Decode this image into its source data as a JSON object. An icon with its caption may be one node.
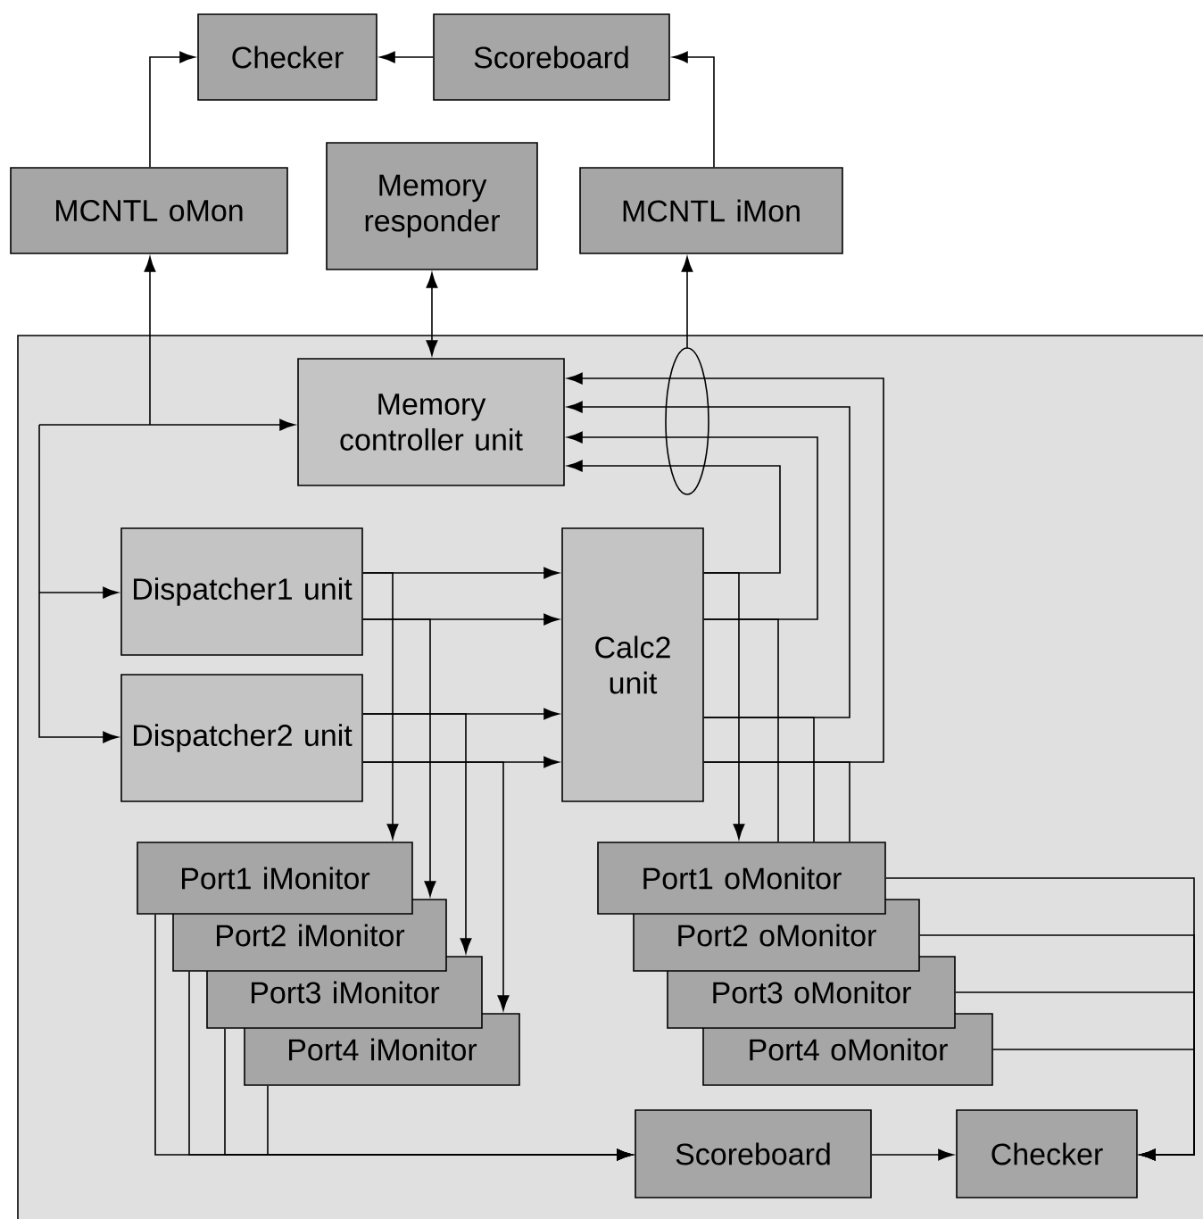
{
  "diagram": {
    "nodes": [
      {
        "text": [
          "Checker"
        ]
      },
      {
        "text": [
          "Scoreboard"
        ]
      },
      {
        "text": [
          "MCNTL oMon"
        ]
      },
      {
        "text": [
          "Memory responder"
        ]
      },
      {
        "text": [
          "MCNTL iMon"
        ]
      },
      {
        "text": [],
        "shape": "box"
      },
      {
        "text": [
          "Memory controller unit"
        ],
        "in": 5
      },
      {
        "text": [
          "Dispatcher1 unit"
        ],
        "in": 5
      },
      {
        "text": [
          "Dispatcher2 unit"
        ],
        "in": 5
      },
      {
        "text": [
          "Calc2 unit"
        ],
        "in": 5
      },
      {
        "text": [
          "Port1 iMonitor"
        ],
        "in": 5
      },
      {
        "text": [
          "Port2 iMonitor"
        ],
        "in": 5
      },
      {
        "text": [
          "Port3 iMonitor"
        ],
        "in": 5
      },
      {
        "text": [
          "Port4 iMonitor"
        ],
        "in": 5
      },
      {
        "text": [
          "Port1 oMonitor"
        ],
        "in": 5
      },
      {
        "text": [
          "Port2 oMonitor"
        ],
        "in": 5
      },
      {
        "text": [
          "Port3 oMonitor"
        ],
        "in": 5
      },
      {
        "text": [
          "Port4 oMonitor"
        ],
        "in": 5
      },
      {
        "text": [
          "Scoreboard"
        ],
        "in": 5
      },
      {
        "text": [
          "Checker"
        ],
        "in": 5
      }
    ],
    "edges": [
      {
        "from": 2,
        "to": 0,
        "arrow": "to"
      },
      {
        "from": 1,
        "to": 0,
        "arrow": "to"
      },
      {
        "from": 4,
        "to": 1,
        "arrow": "to"
      },
      {
        "from": 3,
        "to": 6,
        "arrow": "both"
      },
      {
        "from": null,
        "to": 6,
        "arrow": "to"
      },
      {
        "from": null,
        "to": 7,
        "arrow": "to"
      },
      {
        "from": null,
        "to": 8,
        "arrow": "to"
      },
      {
        "from": null,
        "to": 2,
        "arrow": "to"
      },
      {
        "from": 5,
        "to": 4,
        "arrow": "to"
      },
      {
        "from": 9,
        "to": 6,
        "arrow": "to"
      },
      {
        "from": 9,
        "to": 6,
        "arrow": "to"
      },
      {
        "from": 9,
        "to": 6,
        "arrow": "to"
      },
      {
        "from": 9,
        "to": 6,
        "arrow": "to"
      },
      {
        "from": 7,
        "to": 9,
        "arrow": "to"
      },
      {
        "from": 7,
        "to": 9,
        "arrow": "to"
      },
      {
        "from": 8,
        "to": 9,
        "arrow": "to"
      },
      {
        "from": 8,
        "to": 9,
        "arrow": "to"
      },
      {
        "from": 7,
        "to": 10,
        "arrow": "to"
      },
      {
        "from": 7,
        "to": 11,
        "arrow": "to"
      },
      {
        "from": 8,
        "to": 12,
        "arrow": "to"
      },
      {
        "from": 8,
        "to": 13,
        "arrow": "to"
      },
      {
        "from": 9,
        "to": 14,
        "arrow": "to"
      },
      {
        "from": 9,
        "to": 14,
        "arrow": "none"
      },
      {
        "from": 9,
        "to": 14,
        "arrow": "none"
      },
      {
        "from": 9,
        "to": 14,
        "arrow": "none"
      },
      {
        "from": 10,
        "to": 18,
        "arrow": "to"
      },
      {
        "from": 11,
        "to": 18,
        "arrow": "to"
      },
      {
        "from": 12,
        "to": 18,
        "arrow": "to"
      },
      {
        "from": 13,
        "to": 18,
        "arrow": "to"
      },
      {
        "from": 14,
        "to": 19,
        "arrow": "to"
      },
      {
        "from": 15,
        "to": 19,
        "arrow": "to"
      },
      {
        "from": 16,
        "to": 19,
        "arrow": "to"
      },
      {
        "from": 17,
        "to": 19,
        "arrow": "to"
      },
      {
        "from": 18,
        "to": 19,
        "arrow": "to"
      }
    ]
  }
}
